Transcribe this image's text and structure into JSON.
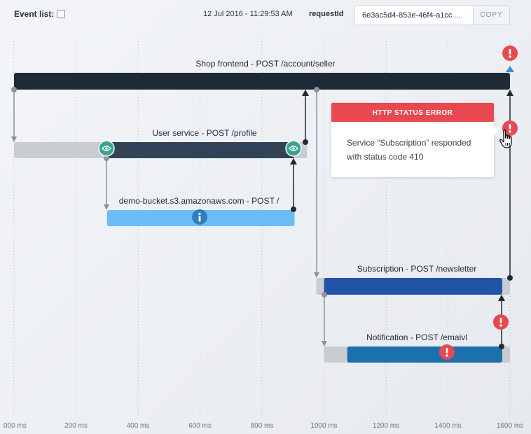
{
  "header": {
    "event_list_label": "Event list:",
    "timestamp": "12 Jul 2016 - 11:29:53 AM",
    "request_id_label": "requestId",
    "request_id_value": "6e3ac5d4-853e-46f4-a1cc ...",
    "copy_label": "COPY"
  },
  "colors": {
    "shop": "#1f2a36",
    "user": "#324357",
    "bucket": "#6bbdf5",
    "subscription": "#2154a6",
    "notification": "#1e6fae",
    "wait": "#c9ccd0",
    "error": "#e8484f",
    "eye": "#3aa58f",
    "info": "#2f7fbf",
    "arrow_gray": "#8a939e",
    "arrow_dark": "#1f2a36",
    "warn_arrow": "#3b8fd8"
  },
  "tooltip": {
    "title": "HTTP STATUS ERROR",
    "message": "Service “Subscription” responded with status code 410"
  },
  "timeline": {
    "axis_min": 0,
    "axis_max": 1600,
    "ticks": [
      {
        "value": 0,
        "label": "000 ms"
      },
      {
        "value": 200,
        "label": "200 ms"
      },
      {
        "value": 400,
        "label": "400 ms"
      },
      {
        "value": 600,
        "label": "600 ms"
      },
      {
        "value": 800,
        "label": "800 ms"
      },
      {
        "value": 1000,
        "label": "1000 ms"
      },
      {
        "value": 1200,
        "label": "1200 ms"
      },
      {
        "value": 1400,
        "label": "1400 ms"
      },
      {
        "value": 1600,
        "label": "1600 ms"
      }
    ],
    "spans": [
      {
        "id": "shop",
        "label": "Shop frontend - POST /account/seller",
        "row": 0,
        "start": 0,
        "end": 1600,
        "active_start": 0,
        "active_end": 1600,
        "color": "#1f2a36"
      },
      {
        "id": "user",
        "label": "User service - POST /profile",
        "row": 1,
        "start": 0,
        "end": 945,
        "active_start": 300,
        "active_end": 905,
        "color": "#324357"
      },
      {
        "id": "bucket",
        "label": "demo-bucket.s3.amazonaws.com - POST /",
        "row": 2,
        "start": 300,
        "end": 905,
        "active_start": 300,
        "active_end": 905,
        "color": "#6bbdf5"
      },
      {
        "id": "subscription",
        "label": "Subscription - POST /newsletter",
        "row": 3,
        "start": 975,
        "end": 1600,
        "active_start": 1000,
        "active_end": 1575,
        "color": "#2154a6"
      },
      {
        "id": "notification",
        "label": "Notification - POST /emaivl",
        "row": 4,
        "start": 1000,
        "end": 1600,
        "active_start": 1075,
        "active_end": 1575,
        "color": "#1e6fae"
      }
    ]
  }
}
